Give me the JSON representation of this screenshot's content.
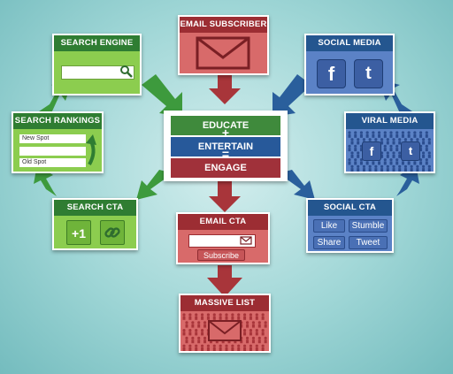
{
  "diagram": {
    "center": {
      "educate": "EDUCATE",
      "plus": "+",
      "entertain": "ENTERTAIN",
      "equals": "=",
      "engage": "ENGAGE"
    },
    "email_subscriber": {
      "title": "EMAIL SUBSCRIBER",
      "icon": "envelope-icon"
    },
    "search_engine": {
      "title": "SEARCH ENGINE",
      "icon": "magnifier-icon"
    },
    "social_media": {
      "title": "SOCIAL MEDIA",
      "icons": [
        "facebook-icon",
        "twitter-icon"
      ],
      "facebook_glyph": "f",
      "twitter_glyph": "t"
    },
    "search_rankings": {
      "title": "SEARCH RANKINGS",
      "new_spot": "New Spot",
      "old_spot": "Old Spot"
    },
    "viral_media": {
      "title": "VIRAL MEDIA",
      "facebook_glyph": "f",
      "twitter_glyph": "t"
    },
    "search_cta": {
      "title": "SEARCH CTA",
      "plus_one": "+1",
      "icon": "link-icon"
    },
    "email_cta": {
      "title": "EMAIL CTA",
      "subscribe": "Subscribe",
      "icon": "envelope-icon"
    },
    "social_cta": {
      "title": "SOCIAL CTA",
      "like": "Like",
      "stumble": "Stumble",
      "share": "Share",
      "tweet": "Tweet"
    },
    "massive_list": {
      "title": "MASSIVE LIST",
      "icon": "envelope-icon"
    },
    "colors": {
      "green": "#2f7d32",
      "green_light": "#8ccd4f",
      "red": "#9c2d33",
      "red_light": "#d86a6a",
      "blue": "#24568f",
      "blue_light": "#5b82c6",
      "background": "#9fd6d6"
    }
  }
}
